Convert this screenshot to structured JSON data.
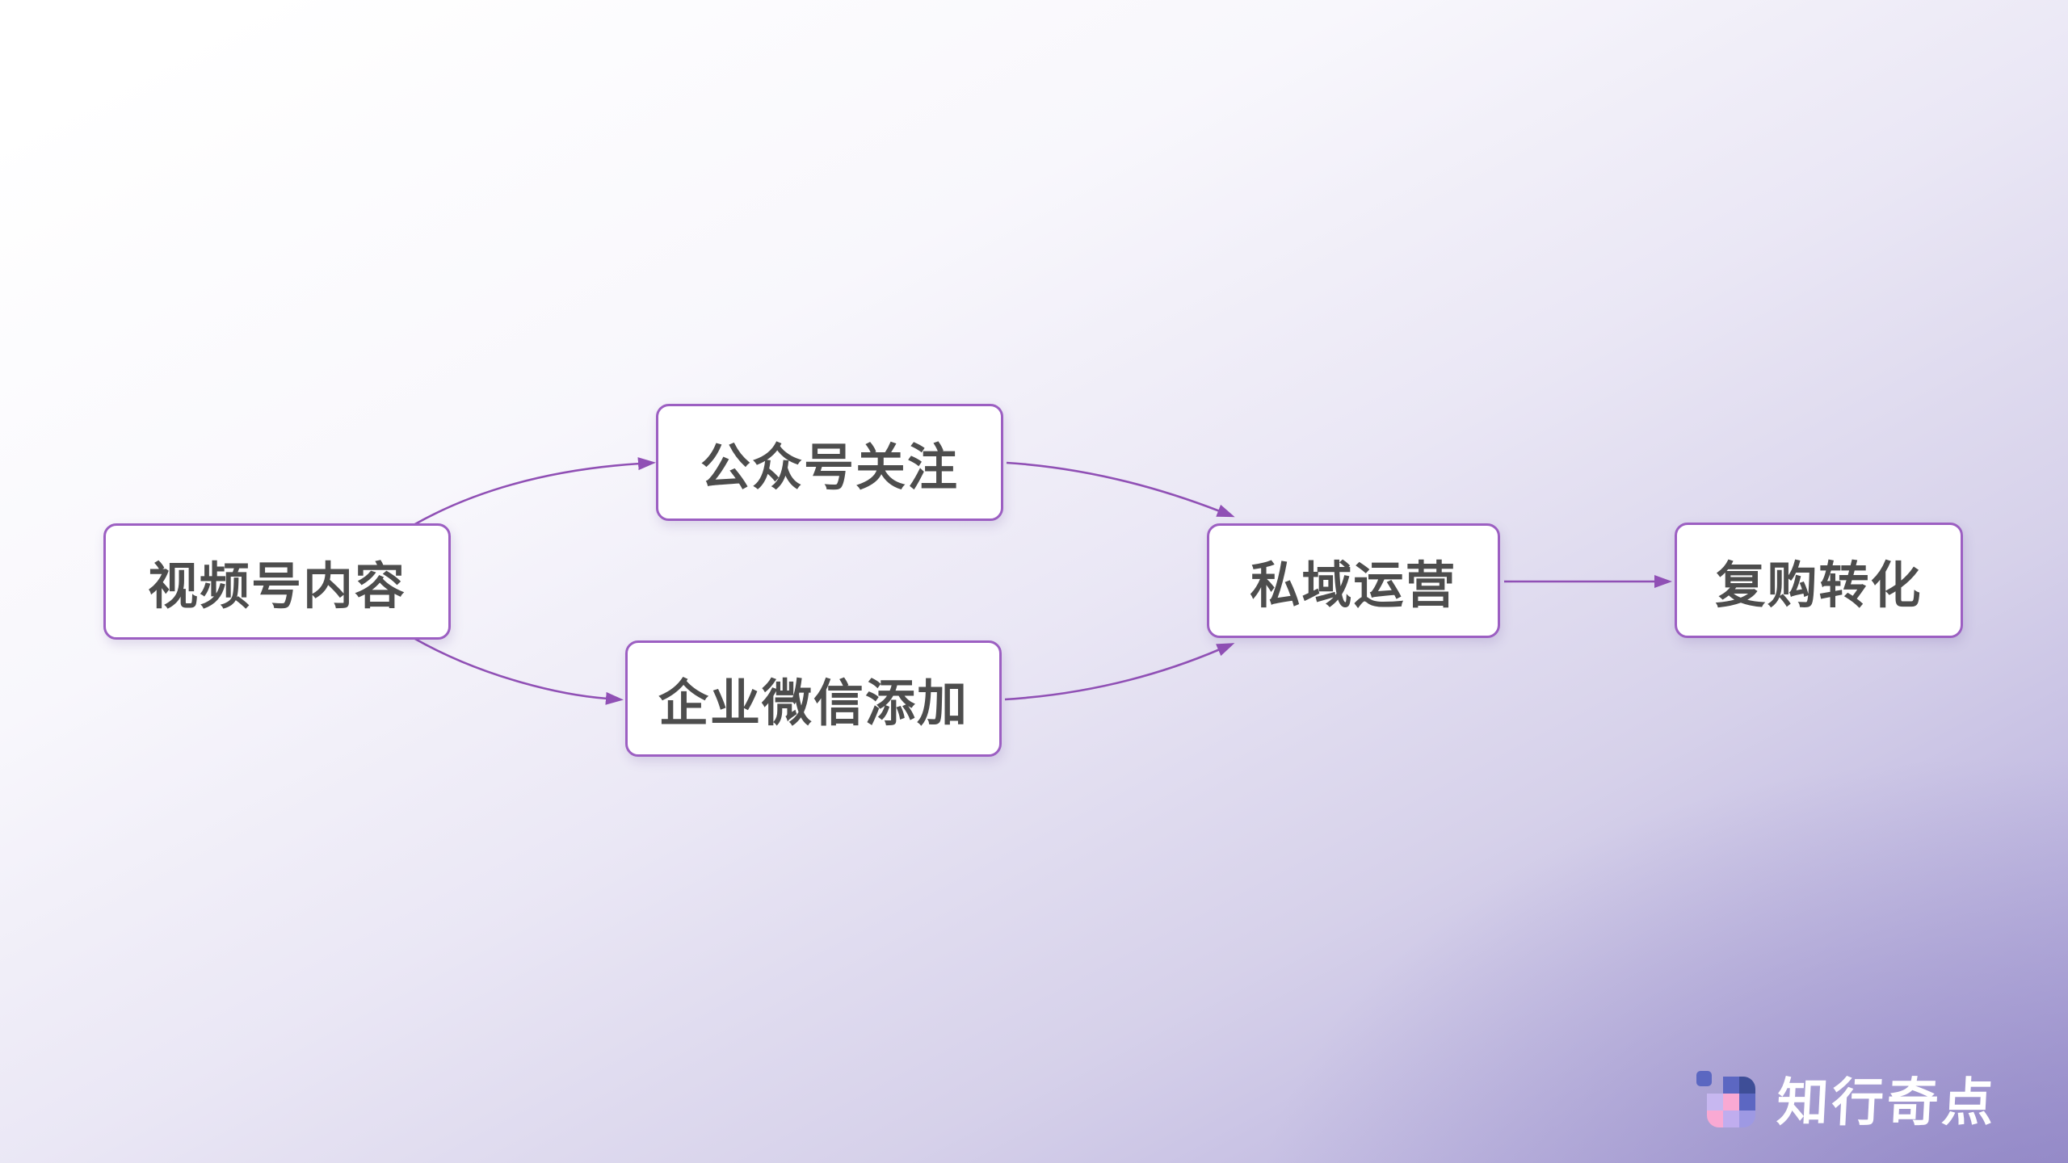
{
  "slide": {
    "type": "flowchart",
    "language": "zh-CN"
  },
  "colors": {
    "edge": "#9050b5",
    "node_border": "#9c5fc2",
    "node_fill": "#ffffff",
    "node_text": "#4d4d4d",
    "logo_text": "#ffffff",
    "logo_chip": "#5b67c1",
    "bg_top_left": "#ffffff",
    "bg_bottom_right": "#a9a0d6"
  },
  "diagram": {
    "nodes": [
      {
        "id": "video-content",
        "label": "视频号内容"
      },
      {
        "id": "official-follow",
        "label": "公众号关注"
      },
      {
        "id": "wecom-add",
        "label": "企业微信添加"
      },
      {
        "id": "private-ops",
        "label": "私域运营"
      },
      {
        "id": "repurchase",
        "label": "复购转化"
      }
    ],
    "edges": [
      {
        "from": "视频号内容",
        "to": "公众号关注"
      },
      {
        "from": "视频号内容",
        "to": "企业微信添加"
      },
      {
        "from": "公众号关注",
        "to": "私域运营"
      },
      {
        "from": "企业微信添加",
        "to": "私域运营"
      },
      {
        "from": "私域运营",
        "to": "复购转化"
      }
    ]
  },
  "logo": {
    "text": "知行奇点",
    "icon_cells": [
      "transparent",
      "#5c67c2",
      "#3e4e97",
      "#c7b7f0",
      "#f9a9d3",
      "#5c67c2",
      "#f9a9d3",
      "#c0adee",
      "#9e99e3"
    ]
  }
}
